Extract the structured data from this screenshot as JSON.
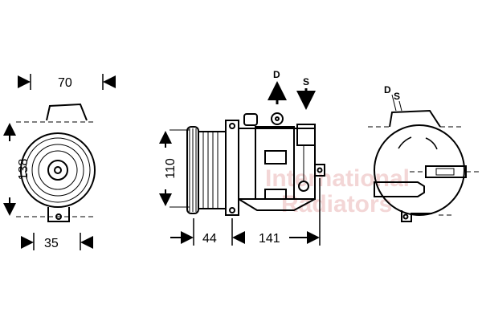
{
  "dimensions": {
    "front_width": "70",
    "front_height": "138",
    "mount_width": "35",
    "side_height": "110",
    "pulley_length": "44",
    "body_length": "141"
  },
  "port_labels": {
    "discharge": "D",
    "suction": "S",
    "rear_discharge": "D",
    "rear_suction": "S"
  },
  "watermark": {
    "line1": "International",
    "line2": "Radiators",
    "color": "#f3d6d6"
  }
}
